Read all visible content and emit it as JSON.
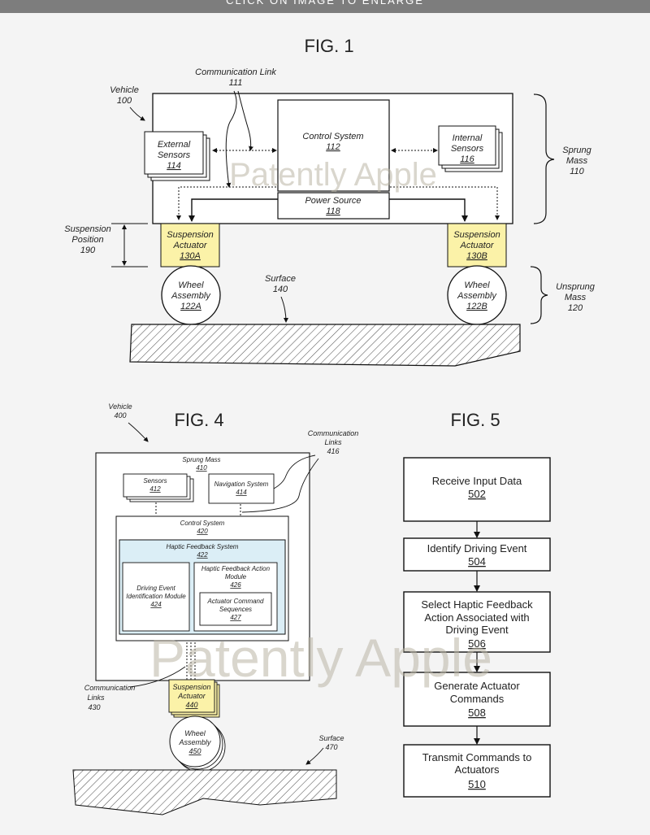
{
  "top_banner": "CLICK ON IMAGE TO ENLARGE",
  "watermark": "Patently Apple",
  "fig1": {
    "title": "FIG. 1",
    "vehicle": [
      "Vehicle",
      "100"
    ],
    "communication_link": [
      "Communication Link",
      "111"
    ],
    "external_sensors": [
      "External",
      "Sensors",
      "114"
    ],
    "control_system": [
      "Control System",
      "112"
    ],
    "internal_sensors": [
      "Internal",
      "Sensors",
      "116"
    ],
    "power_source": [
      "Power Source",
      "118"
    ],
    "sprung_mass": [
      "Sprung",
      "Mass",
      "110"
    ],
    "suspension_position": [
      "Suspension",
      "Position",
      "190"
    ],
    "actuator_a": [
      "Suspension",
      "Actuator",
      "130A"
    ],
    "actuator_b": [
      "Suspension",
      "Actuator",
      "130B"
    ],
    "wheel_a": [
      "Wheel",
      "Assembly",
      "122A"
    ],
    "wheel_b": [
      "Wheel",
      "Assembly",
      "122B"
    ],
    "surface": [
      "Surface",
      "140"
    ],
    "unsprung_mass": [
      "Unsprung",
      "Mass",
      "120"
    ]
  },
  "fig4": {
    "title": "FIG. 4",
    "vehicle": [
      "Vehicle",
      "400"
    ],
    "communication_links_top": [
      "Communication",
      "Links",
      "416"
    ],
    "sprung_mass": [
      "Sprung Mass",
      "410"
    ],
    "sensors": [
      "Sensors",
      "412"
    ],
    "navigation": [
      "Navigation System",
      "414"
    ],
    "control_system": [
      "Control System",
      "420"
    ],
    "haptic_system": [
      "Haptic Feedback System",
      "422"
    ],
    "driving_event_module": [
      "Driving Event",
      "Identification Module",
      "424"
    ],
    "haptic_action_module": [
      "Haptic Feedback Action",
      "Module",
      "426"
    ],
    "actuator_sequences": [
      "Actuator Command",
      "Sequences",
      "427"
    ],
    "communication_links_bottom": [
      "Communication",
      "Links",
      "430"
    ],
    "suspension_actuator": [
      "Suspension",
      "Actuator",
      "440"
    ],
    "wheel": [
      "Wheel",
      "Assembly",
      "450"
    ],
    "surface": [
      "Surface",
      "470"
    ]
  },
  "fig5": {
    "title": "FIG. 5",
    "steps": [
      {
        "lines": [
          "Receive Input Data"
        ],
        "ref": "502"
      },
      {
        "lines": [
          "Identify Driving Event"
        ],
        "ref": "504"
      },
      {
        "lines": [
          "Select Haptic Feedback",
          "Action Associated with",
          "Driving Event"
        ],
        "ref": "506"
      },
      {
        "lines": [
          "Generate Actuator",
          "Commands"
        ],
        "ref": "508"
      },
      {
        "lines": [
          "Transmit Commands to",
          "Actuators"
        ],
        "ref": "510"
      }
    ]
  }
}
